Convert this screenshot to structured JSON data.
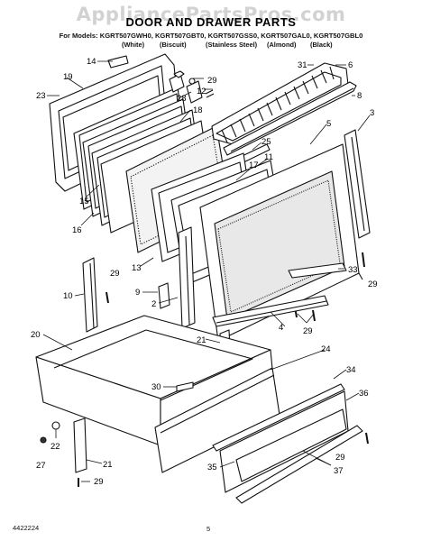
{
  "watermark": "AppliancePartsPros.com",
  "title": "DOOR AND DRAWER PARTS",
  "models_line": "For Models: KGRT507GWH0, KGRT507GBT0, KGRT507GSS0, KGRT507GAL0, KGRT507GBL0",
  "finishes": [
    "(White)",
    "(Biscuit)",
    "(Stainless Steel)",
    "(Almond)",
    "(Black)"
  ],
  "footer": {
    "code": "4422224",
    "page": "5"
  },
  "callouts": [
    "14",
    "19",
    "23",
    "28",
    "12",
    "29",
    "18",
    "31",
    "6",
    "8",
    "3",
    "5",
    "25",
    "11",
    "17",
    "15",
    "16",
    "13",
    "9",
    "2",
    "33",
    "29",
    "10",
    "29",
    "4",
    "29",
    "21",
    "20",
    "24",
    "34",
    "30",
    "36",
    "22",
    "27",
    "29",
    "35",
    "37",
    "21",
    "29"
  ]
}
